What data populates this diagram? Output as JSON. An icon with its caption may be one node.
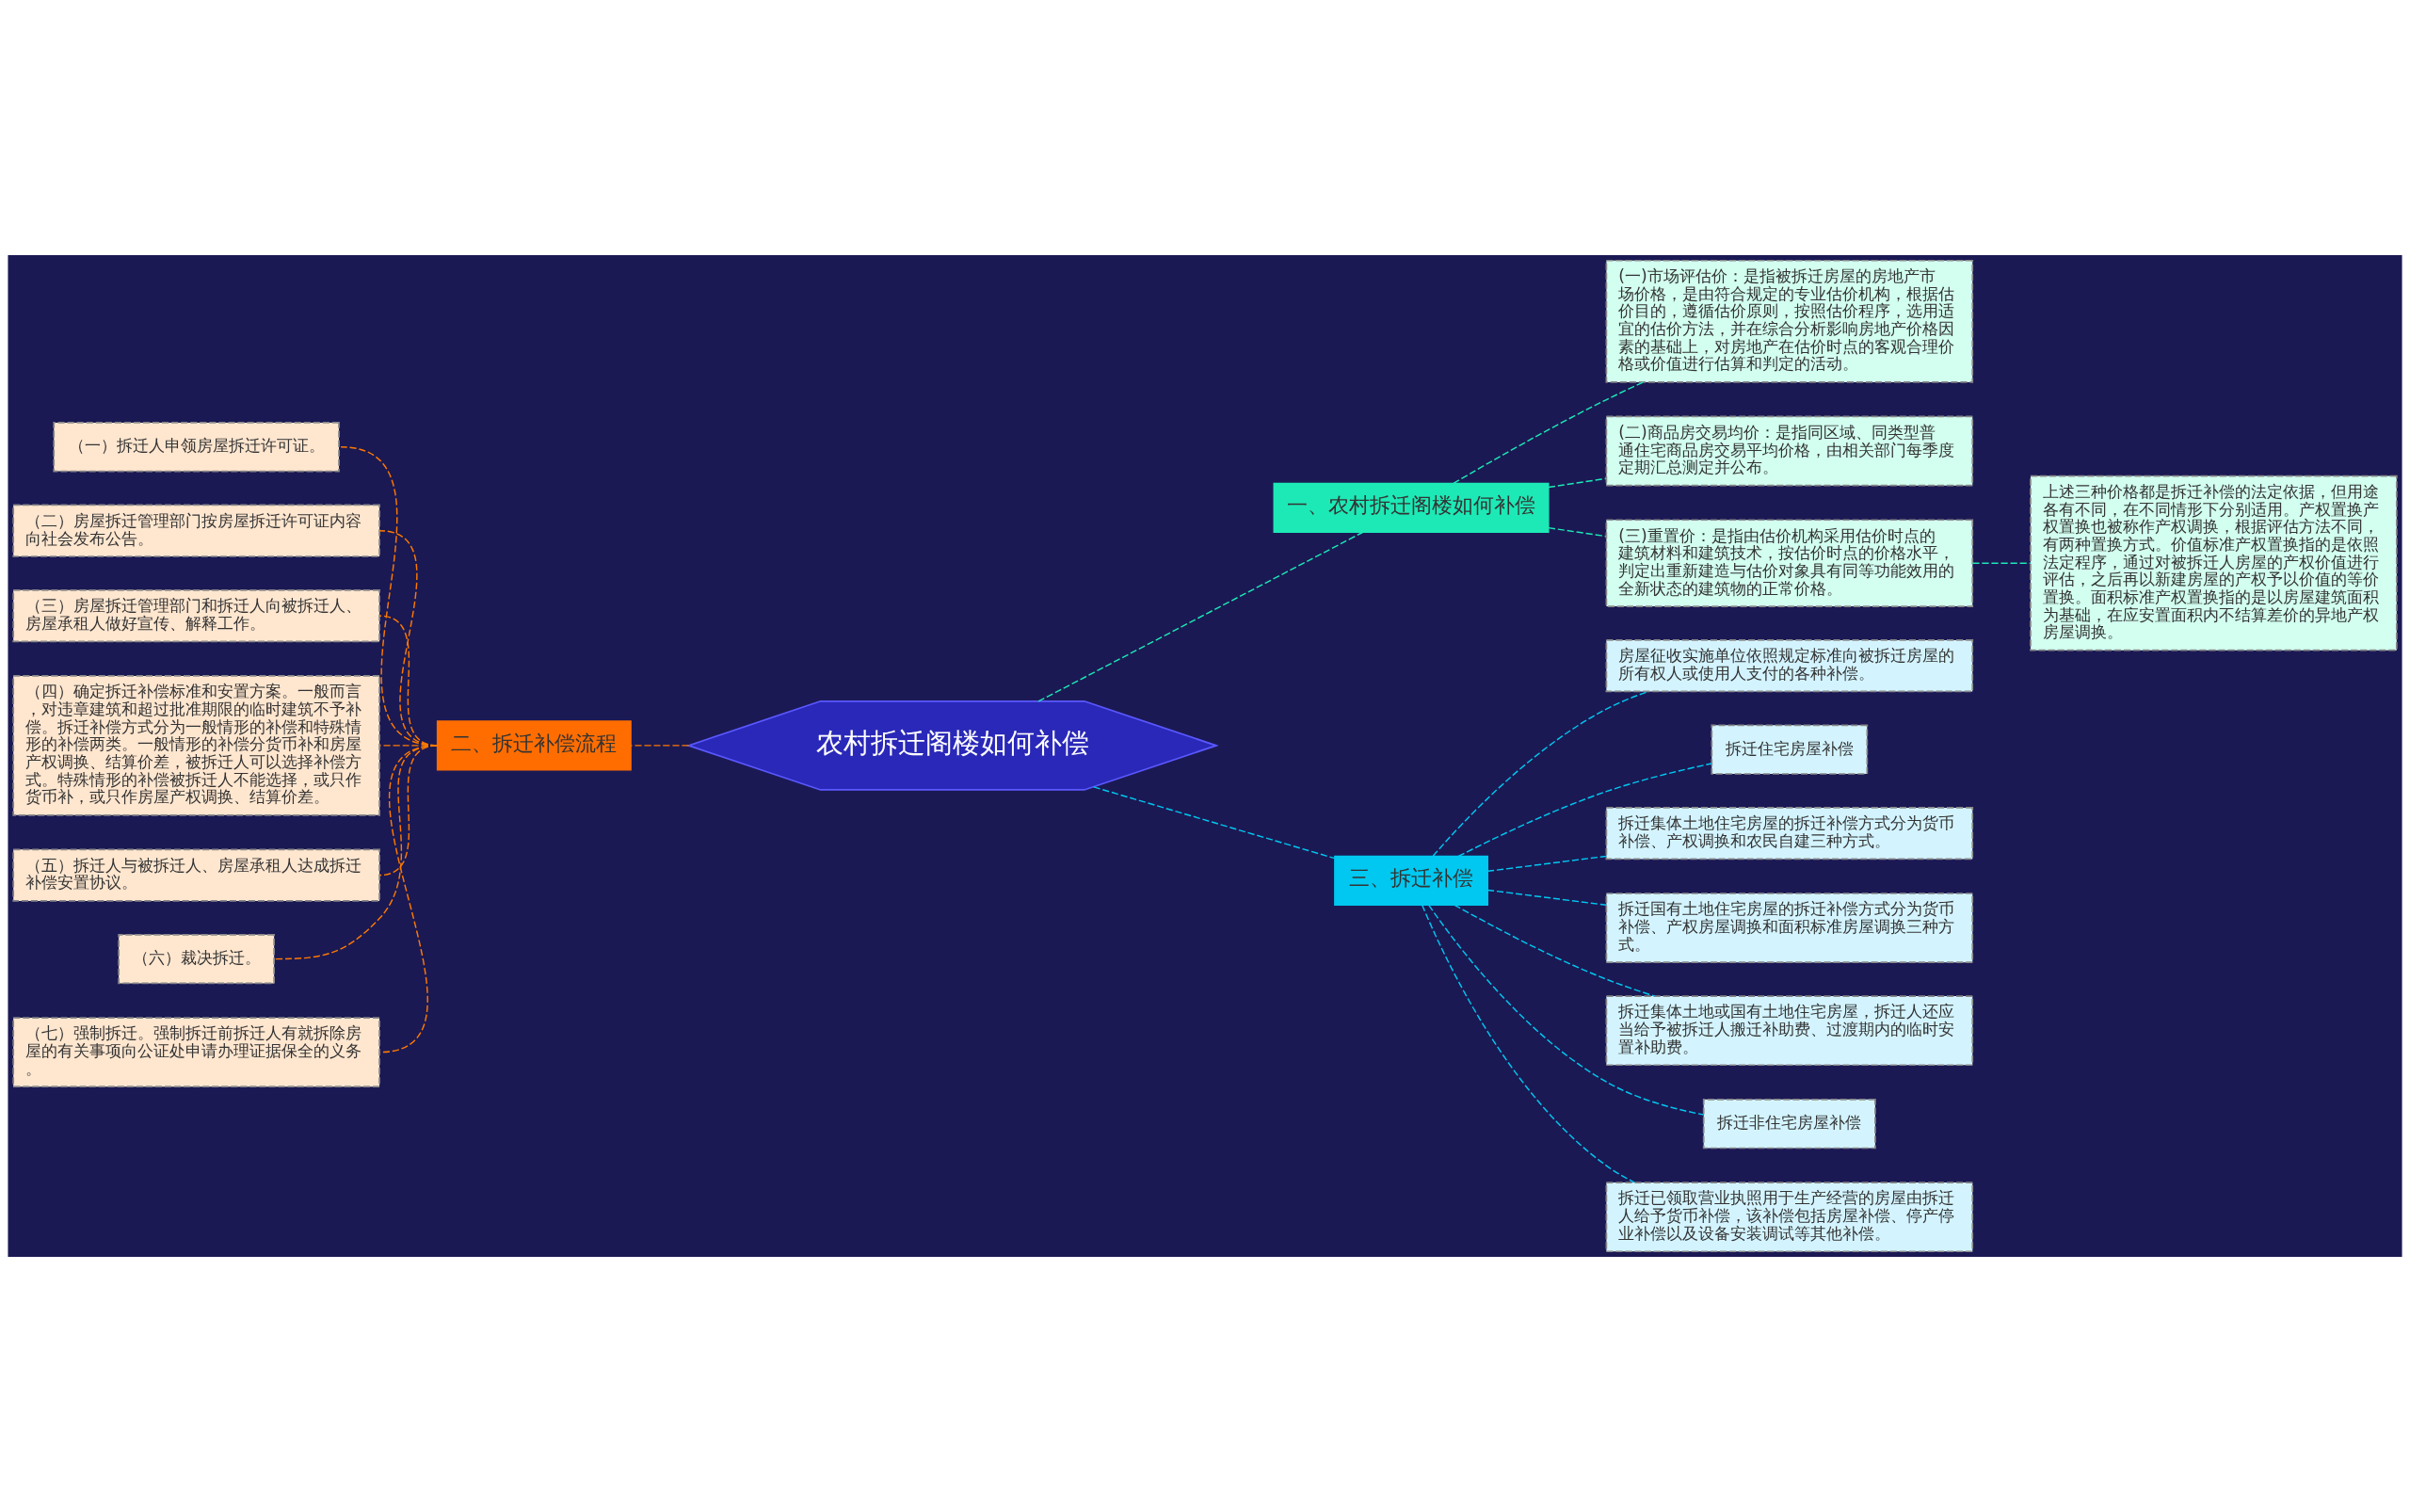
{
  "diagram": {
    "nodes": [
      {
        "text": [
          "农村拆迁阁楼如何补偿"
        ]
      },
      {
        "text": [
          "二、拆迁补偿流程"
        ]
      },
      {
        "text": [
          "（一）拆迁人申领房屋拆迁许可证。"
        ]
      },
      {
        "text": [
          "（二）房屋拆迁管理部门按房屋拆迁许可证内容向社会发布公告。"
        ]
      },
      {
        "text": [
          "（三）房屋拆迁管理部门和拆迁人向被拆迁人、房屋承租人做好宣传、解释工作。"
        ]
      },
      {
        "text": [
          "（四）确定拆迁补偿标准和安置方案。一般而言，对违章建筑和超过批准期限的临时建筑不予补偿。拆迁补偿方式分为一般情形的补偿和特殊情形的补偿两类。一般情形的补偿分货币补和房屋产权调换、结算价差，被拆迁人可以选择补偿方式。特殊情形的补偿被拆迁人不能选择，或只作货币补，或只作房屋产权调换、结算价差。"
        ]
      },
      {
        "text": [
          "（五）拆迁人与被拆迁人、房屋承租人达成拆迁补偿安置协议。"
        ]
      },
      {
        "text": [
          "（六）裁决拆迁。"
        ]
      },
      {
        "text": [
          "（七）强制拆迁。强制拆迁前拆迁人有就拆除房屋的有关事项向公证处申请办理证据保全的义务。"
        ]
      },
      {
        "text": [
          "一、农村拆迁阁楼如何补偿"
        ]
      },
      {
        "text": [
          "(一)市场评估价：是指被拆迁房屋的房地产市场价格，是由符合规定的专业估价机构，根据估价目的，遵循估价原则，按照估价程序，选用适宜的估价方法，并在综合分析影响房地产价格因素的基础上，对房地产在估价时点的客观合理价格或价值进行估算和判定的活动。"
        ]
      },
      {
        "text": [
          "(二)商品房交易均价：是指同区域、同类型普通住宅商品房交易平均价格，由相关部门每季度定期汇总测定并公布。"
        ]
      },
      {
        "text": [
          "(三)重置价：是指由估价机构采用估价时点的建筑材料和建筑技术，按估价时点的价格水平，判定出重新建造与估价对象具有同等功能效用的全新状态的建筑物的正常价格。"
        ]
      },
      {
        "text": [
          "上述三种价格都是拆迁补偿的法定依据，但用途各有不同，在不同情形下分别适用。产权置换产权置换也被称作产权调换，根据评估方法不同，有两种置换方式。价值标准产权置换指的是依照法定程序，通过对被拆迁人房屋的产权价值进行评估，之后再以新建房屋的产权予以价值的等价置换。面积标准产权置换指的是以房屋建筑面积为基础，在应安置面积内不结算差价的异地产权房屋调换。"
        ]
      },
      {
        "text": [
          "三、拆迁补偿"
        ]
      },
      {
        "text": [
          "房屋征收实施单位依照规定标准向被拆迁房屋的所有权人或使用人支付的各种补偿。"
        ]
      },
      {
        "text": [
          "拆迁住宅房屋补偿"
        ]
      },
      {
        "text": [
          "拆迁集体土地住宅房屋的拆迁补偿方式分为货币补偿、产权调换和农民自建三种方式。"
        ]
      },
      {
        "text": [
          "拆迁国有土地住宅房屋的拆迁补偿方式分为货币补偿、产权房屋调换和面积标准房屋调换三种方式。"
        ]
      },
      {
        "text": [
          "拆迁集体土地或国有土地住宅房屋，拆迁人还应当给予被拆迁人搬迁补助费、过渡期内的临时安置补助费。"
        ]
      },
      {
        "text": [
          "拆迁非住宅房屋补偿"
        ]
      },
      {
        "text": [
          "拆迁已领取营业执照用于生产经营的房屋由拆迁人给予货币补偿，该补偿包括房屋补偿、停产停业补偿以及设备安装调试等其他补偿。"
        ]
      }
    ],
    "edges": [
      {
        "from": 0,
        "to": 1,
        "arrow": "none",
        "style": "dashed",
        "color": "#ff7a00"
      },
      {
        "from": 1,
        "to": 2,
        "arrow": "none",
        "style": "dashed",
        "color": "#ff7a00"
      },
      {
        "from": 1,
        "to": 3,
        "arrow": "none",
        "style": "dashed",
        "color": "#ff7a00"
      },
      {
        "from": 1,
        "to": 4,
        "arrow": "none",
        "style": "dashed",
        "color": "#ff7a00"
      },
      {
        "from": 1,
        "to": 5,
        "arrow": "none",
        "style": "dashed",
        "color": "#ff7a00"
      },
      {
        "from": 1,
        "to": 6,
        "arrow": "none",
        "style": "dashed",
        "color": "#ff7a00"
      },
      {
        "from": 1,
        "to": 7,
        "arrow": "none",
        "style": "dashed",
        "color": "#ff7a00"
      },
      {
        "from": 1,
        "to": 8,
        "arrow": "none",
        "style": "dashed",
        "color": "#ff7a00"
      },
      {
        "from": 0,
        "to": 9,
        "arrow": "none",
        "style": "dashed",
        "color": "#1de9b6"
      },
      {
        "from": 9,
        "to": 10,
        "arrow": "none",
        "style": "dashed",
        "color": "#1de9b6"
      },
      {
        "from": 9,
        "to": 11,
        "arrow": "none",
        "style": "dashed",
        "color": "#1de9b6"
      },
      {
        "from": 9,
        "to": 12,
        "arrow": "none",
        "style": "dashed",
        "color": "#1de9b6"
      },
      {
        "from": 12,
        "to": 13,
        "arrow": "none",
        "style": "dashed",
        "color": "#1de9b6"
      },
      {
        "from": 0,
        "to": 14,
        "arrow": "none",
        "style": "dashed",
        "color": "#00c8f0"
      },
      {
        "from": 14,
        "to": 15,
        "arrow": "none",
        "style": "dashed",
        "color": "#00c8f0"
      },
      {
        "from": 14,
        "to": 16,
        "arrow": "none",
        "style": "dashed",
        "color": "#00c8f0"
      },
      {
        "from": 14,
        "to": 17,
        "arrow": "none",
        "style": "dashed",
        "color": "#00c8f0"
      },
      {
        "from": 14,
        "to": 18,
        "arrow": "none",
        "style": "dashed",
        "color": "#00c8f0"
      },
      {
        "from": 14,
        "to": 19,
        "arrow": "none",
        "style": "dashed",
        "color": "#00c8f0"
      },
      {
        "from": 14,
        "to": 20,
        "arrow": "none",
        "style": "dashed",
        "color": "#00c8f0"
      },
      {
        "from": 14,
        "to": 21,
        "arrow": "none",
        "style": "dashed",
        "color": "#00c8f0"
      }
    ]
  }
}
